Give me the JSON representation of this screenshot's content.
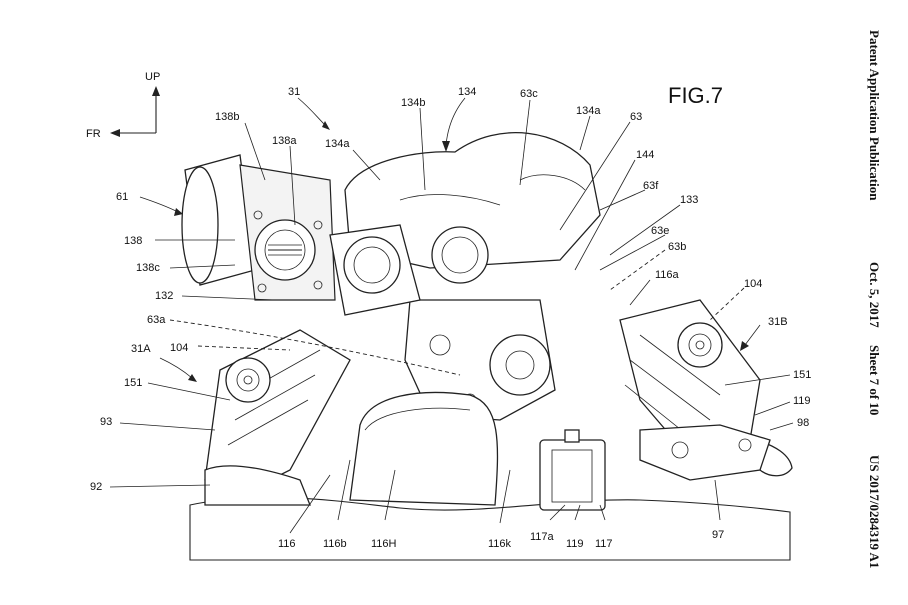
{
  "header": {
    "publication": "Patent Application Publication",
    "date": "Oct. 5, 2017",
    "sheet": "Sheet 7 of 10",
    "number": "US 2017/0284319 A1"
  },
  "figure": {
    "title": "FIG.7",
    "direction_up": "UP",
    "direction_front": "FR"
  },
  "labels": {
    "l31": "31",
    "l134": "134",
    "l134b": "134b",
    "l63c": "63c",
    "l134a_top": "134a",
    "l134a_left": "134a",
    "l63": "63",
    "l138b": "138b",
    "l138a": "138a",
    "l144": "144",
    "l63f": "63f",
    "l133": "133",
    "l61": "61",
    "l63e": "63e",
    "l138": "138",
    "l63b": "63b",
    "l138c": "138c",
    "l116a": "116a",
    "l104_right": "104",
    "l132": "132",
    "l63a": "63a",
    "l31B": "31B",
    "l31A": "31A",
    "l104_left": "104",
    "l151_left": "151",
    "l151_right": "151",
    "l119_right": "119",
    "l98": "98",
    "l93": "93",
    "l92": "92",
    "l116": "116",
    "l116b": "116b",
    "l116H": "116H",
    "l116k": "116k",
    "l117a": "117a",
    "l119_bottom": "119",
    "l117": "117",
    "l97": "97"
  }
}
